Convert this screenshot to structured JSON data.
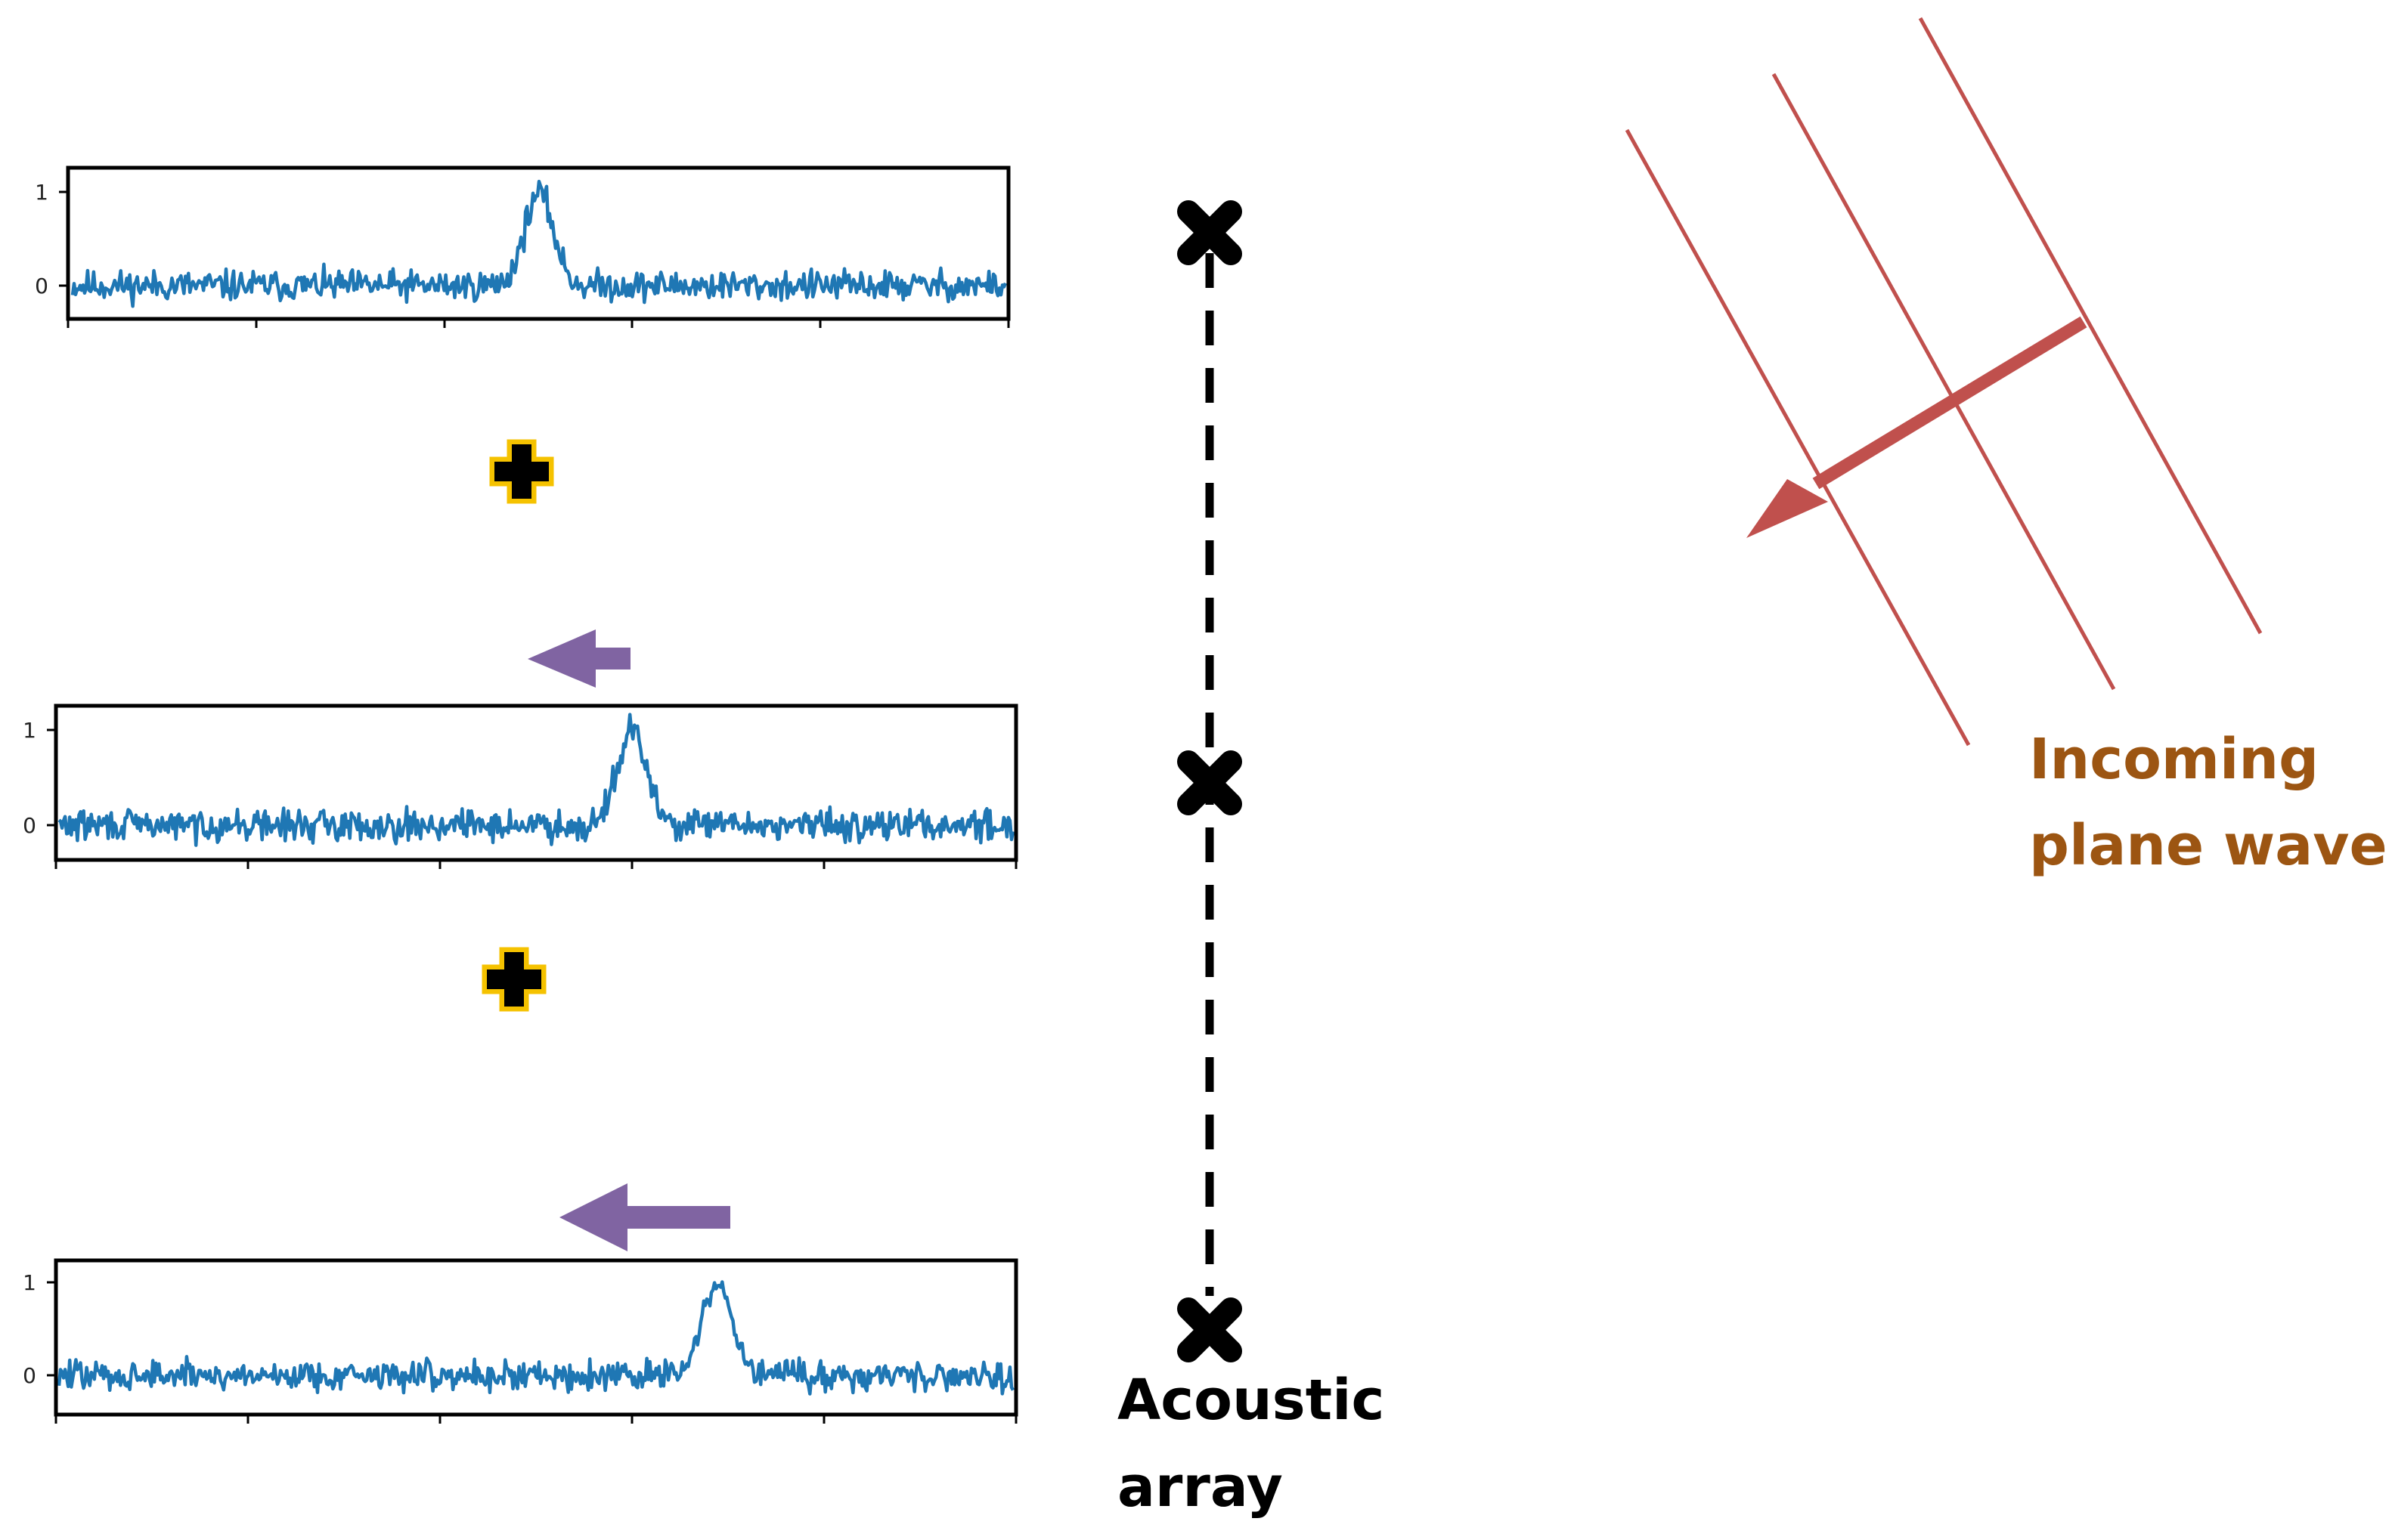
{
  "colors": {
    "signal": "#1f77b4",
    "axis": "#000000",
    "wave": "#c0504d",
    "wave_label": "#9c5512",
    "delay_arrow": "#8064a2",
    "plus_fill": "#f5c200",
    "plus_stroke": "#000000",
    "array": "#000000"
  },
  "plots": [
    {
      "name": "top-signal",
      "yticks": [
        "1",
        "0"
      ],
      "peak_time": 0.5,
      "noise_seed": 11
    },
    {
      "name": "middle-signal",
      "yticks": [
        "1",
        "0"
      ],
      "peak_time": 0.6,
      "noise_seed": 29
    },
    {
      "name": "bottom-signal",
      "yticks": [
        "1",
        "0"
      ],
      "peak_time": 0.69,
      "noise_seed": 47
    }
  ],
  "labels": {
    "wave_line1": "Incoming",
    "wave_line2": "plane wave",
    "array_line1": "Acoustic",
    "array_line2": "array"
  },
  "icons": {
    "sensor": "x-mark-icon",
    "sum": "plus-icon",
    "delay": "left-arrow-icon",
    "propagation": "down-left-arrow-icon"
  }
}
